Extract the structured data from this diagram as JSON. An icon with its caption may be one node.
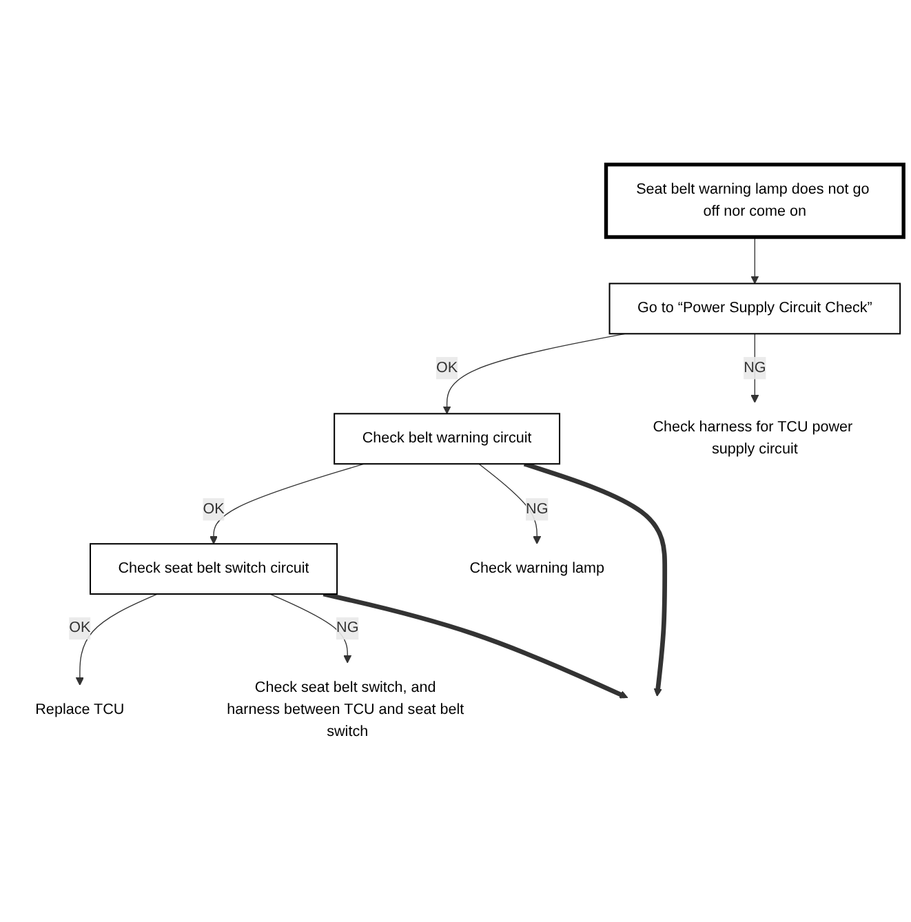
{
  "diagram": {
    "nodes": [
      {
        "text": [
          "Seat belt warning lamp does not go off nor come on"
        ]
      },
      {
        "text": [
          "Go to “Power Supply Circuit Check”"
        ]
      },
      {
        "text": [
          "Check harness for TCU power supply circuit"
        ]
      },
      {
        "text": [
          "Check belt warning circuit"
        ]
      },
      {
        "text": [
          "Check warning lamp"
        ]
      },
      {
        "text": [
          "Check seat belt switch circuit"
        ]
      },
      {
        "text": [
          "Replace TCU"
        ]
      },
      {
        "text": [
          "Check seat belt switch, and harness between TCU and seat belt switch"
        ]
      }
    ],
    "edges": [
      {
        "from": 0,
        "to": 1,
        "arrow": "to"
      },
      {
        "from": 1,
        "to": 3,
        "arrow": "to",
        "label": "OK"
      },
      {
        "from": 1,
        "to": 2,
        "arrow": "to",
        "label": "NG"
      },
      {
        "from": 3,
        "to": 5,
        "arrow": "to",
        "label": "OK"
      },
      {
        "from": 3,
        "to": 4,
        "arrow": "to",
        "label": "NG"
      },
      {
        "from": 5,
        "to": 6,
        "arrow": "to",
        "label": "OK"
      },
      {
        "from": 5,
        "to": 7,
        "arrow": "to",
        "label": "NG"
      },
      {
        "from": 3,
        "to": null,
        "arrow": "to",
        "style": "thick"
      },
      {
        "from": 5,
        "to": null,
        "arrow": "to",
        "style": "thick"
      }
    ]
  }
}
